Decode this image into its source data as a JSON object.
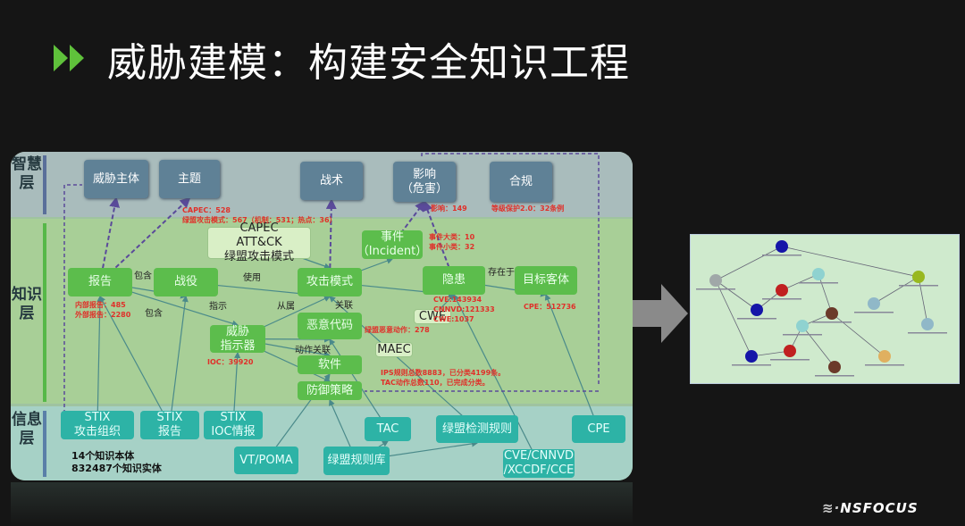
{
  "title": "威胁建模：构建安全知识工程",
  "layers": {
    "wisdom": "智慧层",
    "knowledge": "知识层",
    "info": "信息层"
  },
  "boxes": {
    "threat_actor": "威胁主体",
    "topic": "主题",
    "tactic": "战术",
    "impact": "影响\n（危害）",
    "compliance": "合规",
    "capec": "CAPEC\nATT&CK\n绿盟攻击模式",
    "incident": "事件\n（Incident）",
    "report": "报告",
    "campaign": "战役",
    "attack_pattern": "攻击模式",
    "vuln": "隐患",
    "target": "目标客体",
    "indicator": "威胁\n指示器",
    "malware": "恶意代码",
    "cwe": "CWE",
    "maec": "MAEC",
    "software": "软件",
    "defense": "防御策略",
    "stix_group": "STIX\n攻击组织",
    "stix_report": "STIX\n报告",
    "stix_ioc": "STIX\nIOC情报",
    "vt": "VT/POMA",
    "rulebase": "绿盟规则库",
    "tac": "TAC",
    "detect": "绿盟检测规则",
    "cve": "CVE/CNNVD\n/XCCDF/CCE",
    "cpe": "CPE"
  },
  "stats": {
    "capec": "CAPEC：528\n绿盟攻击模式：567（机制：531；热点：36）",
    "impact": "影响：149",
    "compliance": "等级保护2.0：32条例",
    "incident": "事件大类：10\n事件小类：32",
    "report": "内部报告：485\n外部报告：2280",
    "vuln": "CVE:143934\nCNNVD:121333\nCWE:1037",
    "cpe": "CPE：512736",
    "ioc": "IOC：39920",
    "malware": "绿盟恶意动作：278",
    "ips": "IPS规则总数8883，已分类4199条。\nTAC动作总数110，已完成分类。",
    "totals": "14个知识本体\n832487个知识实体"
  },
  "edge_labels": {
    "contains1": "包含",
    "use": "使用",
    "contains2": "包含",
    "indicate": "指示",
    "belongs": "从属",
    "relate": "关联",
    "exists": "存在于",
    "action": "动作关联"
  },
  "logo": "NSFOCUS"
}
